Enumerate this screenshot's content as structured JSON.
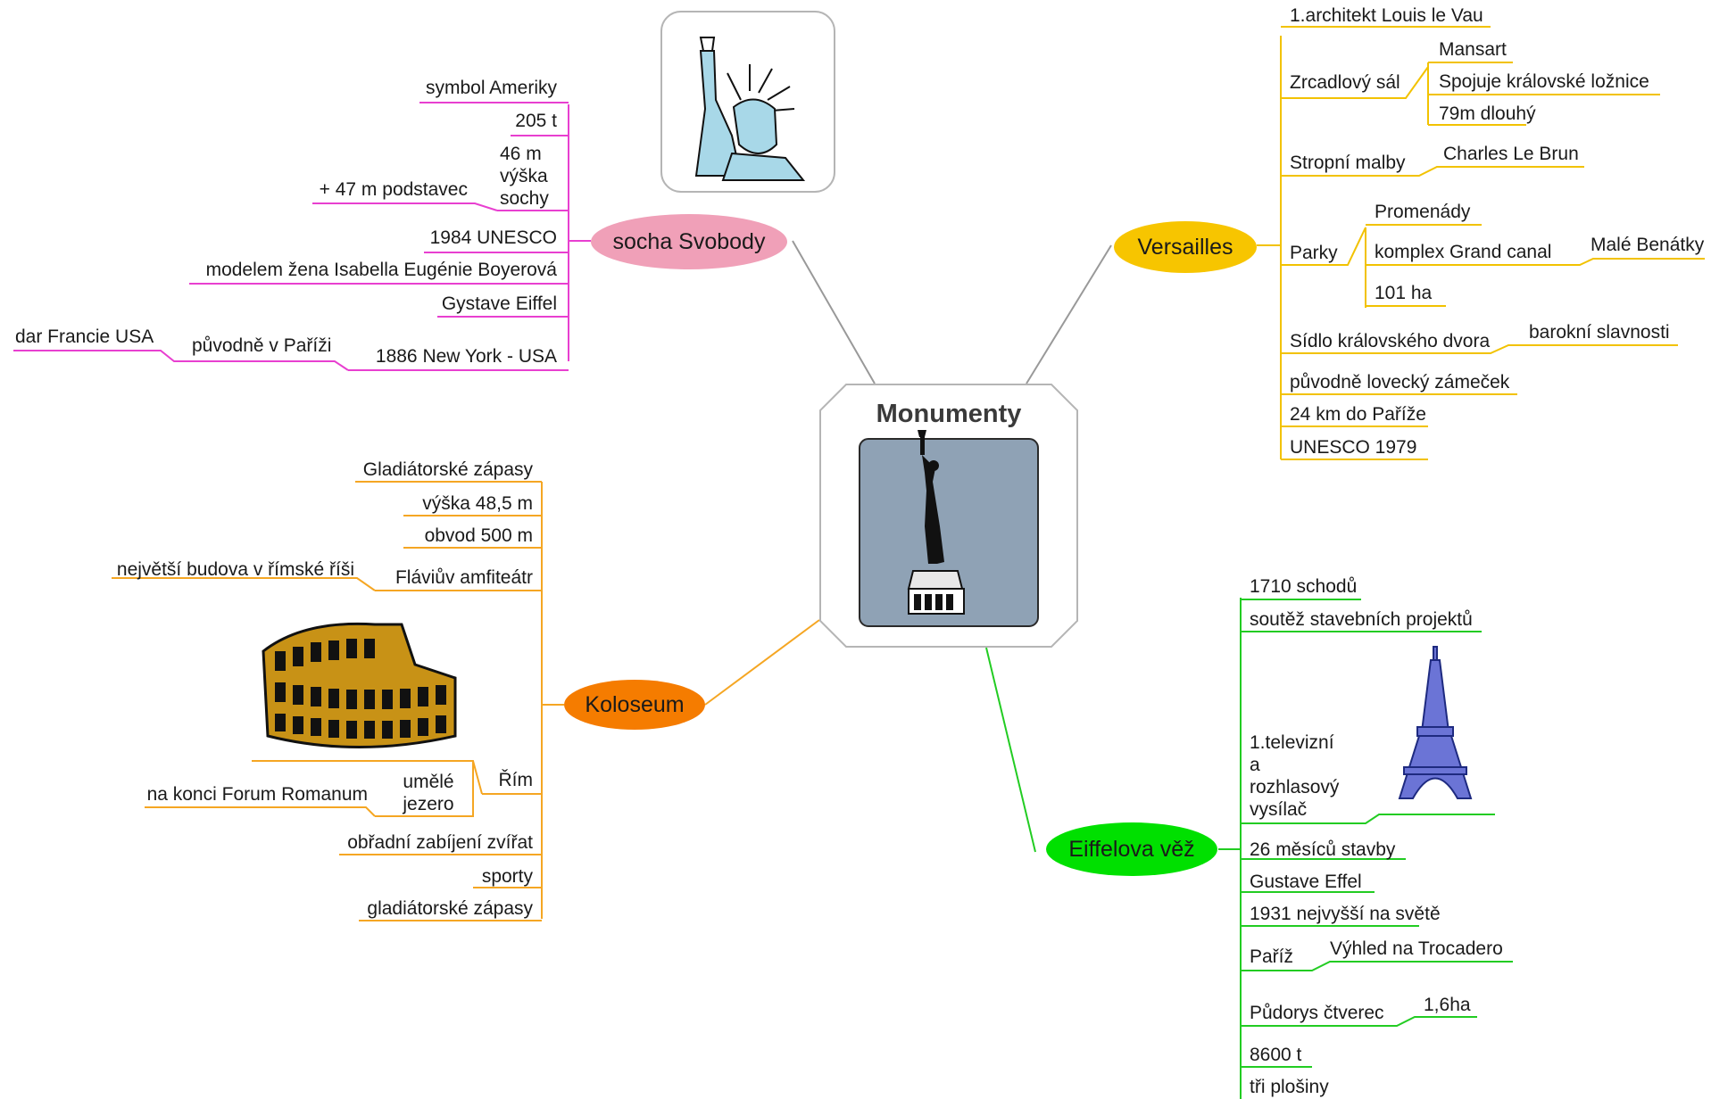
{
  "center": {
    "title": "Monumenty"
  },
  "colors": {
    "pink": "#e83fd0",
    "yellow": "#f2c200",
    "orange": "#f5a623",
    "green": "#22cc22"
  },
  "branches": {
    "svoboda": {
      "label": "socha Svobody",
      "color": "#f0a0b8",
      "items": [
        "symbol Ameriky",
        "205 t",
        "46 m výška sochy",
        "+ 47 m podstavec",
        "1984 UNESCO",
        "modelem žena  Isabella Eugénie Boyerová",
        "Gystave Eiffel",
        "1886 New York - USA",
        "původně v Paříži",
        "dar Francie USA"
      ],
      "icon": "statue-of-liberty-head-icon"
    },
    "versailles": {
      "label": "Versailles",
      "color": "#f7c500",
      "items": [
        "1.architekt Louis le Vau",
        "Zrcadlový sál",
        "Mansart",
        "Spojuje královské ložnice",
        "79m dlouhý",
        "Stropní malby",
        "Charles Le Brun",
        "Parky",
        "Promenády",
        "komplex Grand canal",
        "Malé Benátky",
        "101 ha",
        "Sídlo královského dvora",
        "barokní slavnosti",
        "původně lovecký zámeček",
        "24 km do Paříže",
        "UNESCO 1979"
      ]
    },
    "koloseum": {
      "label": "Koloseum",
      "color": "#f57c00",
      "items": [
        "Gladiátorské zápasy",
        "výška 48,5 m",
        "obvod 500 m",
        "Fláviův amfiteátr",
        "největší budova v římské říši",
        "Řím",
        "umělé jezero",
        "na konci Forum Romanum",
        "obřadní zabíjení zvířat",
        "sporty",
        "gladiátorské zápasy"
      ],
      "icon": "colosseum-icon"
    },
    "eiffel": {
      "label": "Eiffelova věž",
      "color": "#00e000",
      "items": [
        "1710 schodů",
        "soutěž stavebních projektů",
        "1.televizní a rozhlasový vysílač",
        "26 měsíců stavby",
        "Gustave Effel",
        "1931 nejvyšší na světě",
        "Paříž",
        "Výhled na Trocadero",
        "Půdorys čtverec",
        "1,6ha",
        "8600 t",
        "tři plošiny"
      ],
      "icon": "eiffel-tower-icon"
    }
  }
}
